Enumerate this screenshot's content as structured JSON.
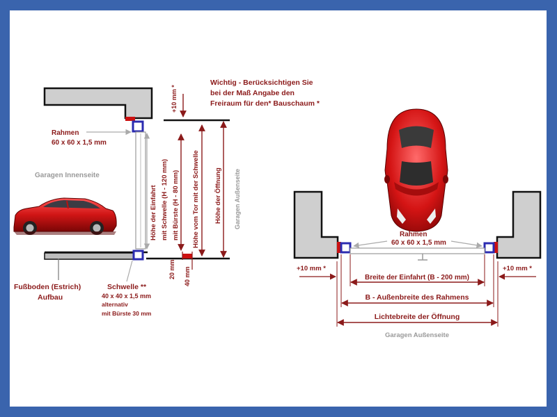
{
  "colors": {
    "border": "#3a64ad",
    "text": "#8b1a1a",
    "wall": "#cfcfcf",
    "frame": "#2b2bb0",
    "seal": "#cc1111",
    "grey_text": "#9a9a9a"
  },
  "left": {
    "note": [
      "Wichtig - Berücksichtigen Sie",
      "bei der Maß Angabe den",
      "Freiraum für den* Bauschaum *"
    ],
    "plus10": "+10 mm *",
    "rahmen_title": "Rahmen",
    "rahmen_size": "60 x 60 x 1,5 mm",
    "inside_label": "Garagen Innenseite",
    "outside_label": "Garagen Außenseite",
    "dim_einfahrt": [
      "Höhe der Einfahrt",
      "mit Schwelle (H - 120 mm)",
      "mit Bürste (H - 80 mm)"
    ],
    "dim_tor": "Höhe vom Tor mit der Schwelle",
    "dim_oeffnung": "Höhe der Öffnung",
    "dim_20": "20 mm",
    "dim_40": "40 mm",
    "floor_title": "Fußboden (Estrich)",
    "floor_sub": "Aufbau",
    "schwelle_title": "Schwelle **",
    "schwelle_size": "40 x 40 x 1,5 mm",
    "schwelle_alt": "alternativ",
    "schwelle_brush": "mit Bürste 30 mm"
  },
  "right": {
    "rahmen_title": "Rahmen",
    "rahmen_size": "60 x 60 x 1,5 mm",
    "plus10_left": "+10 mm *",
    "plus10_right": "+10 mm *",
    "dim_einfahrt": "Breite der Einfahrt (B - 200 mm)",
    "dim_aussen": "B - Außenbreite des Rahmens",
    "dim_licht": "Lichtebreite der Öffnung",
    "outside_label": "Garagen Außenseite"
  }
}
